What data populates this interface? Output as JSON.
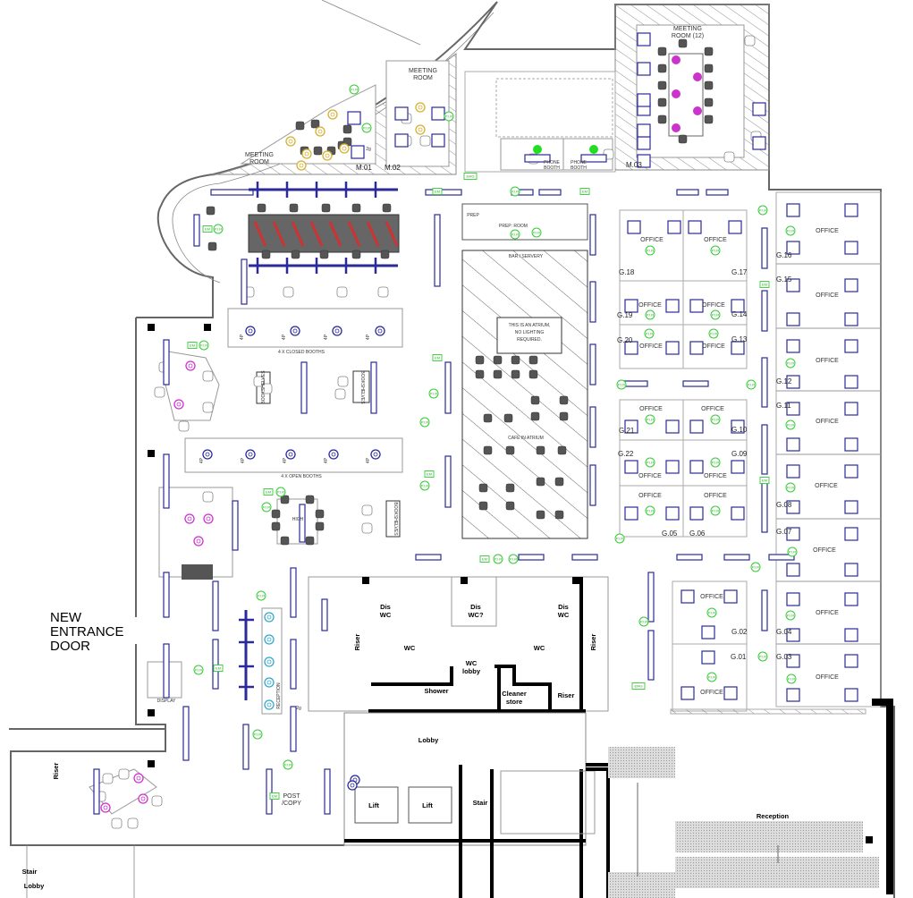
{
  "colors": {
    "light_fitting": "#2a2a9a",
    "pir_sensor": "#33cc33",
    "meeting_light": "#cc33cc",
    "booth_light": "#2a2a9a",
    "reception_light": "#33aacc",
    "meeting_small_light": "#d4b030",
    "phone_booth_light": "#22dd22",
    "wall": "#000000"
  },
  "symbols": {
    "pir_label": "P.I.R",
    "em_label": "EM",
    "emg_label": "EMG",
    "switch_label": "2g"
  },
  "entrance": {
    "line1": "NEW",
    "line2": "ENTRANCE",
    "line3": "DOOR"
  },
  "meeting": {
    "m01_name_1": "MEETING",
    "m01_name_2": "ROOM",
    "m01_tag": "M.01",
    "m02_name_1": "MEETING",
    "m02_name_2": "ROOM",
    "m02_tag": "M.02",
    "m03_name_1": "MEETING",
    "m03_name_2": "ROOM (12)",
    "m03_tag": "M.03",
    "phone_booth_1": "PHONE",
    "phone_booth_2": "BOOTH"
  },
  "kitchen": {
    "prep": "PREP",
    "prep_room": "PREP: ROOM",
    "bar": "BAR / SERVERY"
  },
  "atrium": {
    "note_1": "THIS IS AN ATRIUM,",
    "note_2": "NO LIGHTING",
    "note_3": "REQUIRED.",
    "cafe": "CAFE  IN  ATRIUM"
  },
  "breakout": {
    "closed_booths": "4 X CLOSED BOOTHS",
    "open_booths": "4 X OPEN BOOTHS",
    "booth_capacity": "4P",
    "bookshelves": "BOOKSHELVES",
    "high_table": "HIGH",
    "display": "DISPLAY",
    "reception_desk": "RECEPTION",
    "post_copy_1": "POST",
    "post_copy_2": "/COPY"
  },
  "offices": {
    "label": "OFFICE",
    "tags": [
      "G.01",
      "G.02",
      "G.03",
      "G.04",
      "G.05",
      "G.06",
      "G.07",
      "G.08",
      "G.09",
      "G.10",
      "G.11",
      "G.12",
      "G.13",
      "G.14",
      "G.15",
      "G.16",
      "G.17",
      "G.18",
      "G.19",
      "G.20",
      "G.21",
      "G.22"
    ]
  },
  "core": {
    "dis_wc_1": "Dis",
    "dis_wc_2": "WC",
    "dis_wc_q": "WC?",
    "wc": "WC",
    "wc_lobby_1": "WC",
    "wc_lobby_2": "lobby",
    "shower": "Shower",
    "cleaner_1": "Cleaner",
    "cleaner_2": "store",
    "riser": "Riser",
    "lobby": "Lobby",
    "lift": "Lift",
    "stair": "Stair",
    "reception": "Reception"
  }
}
